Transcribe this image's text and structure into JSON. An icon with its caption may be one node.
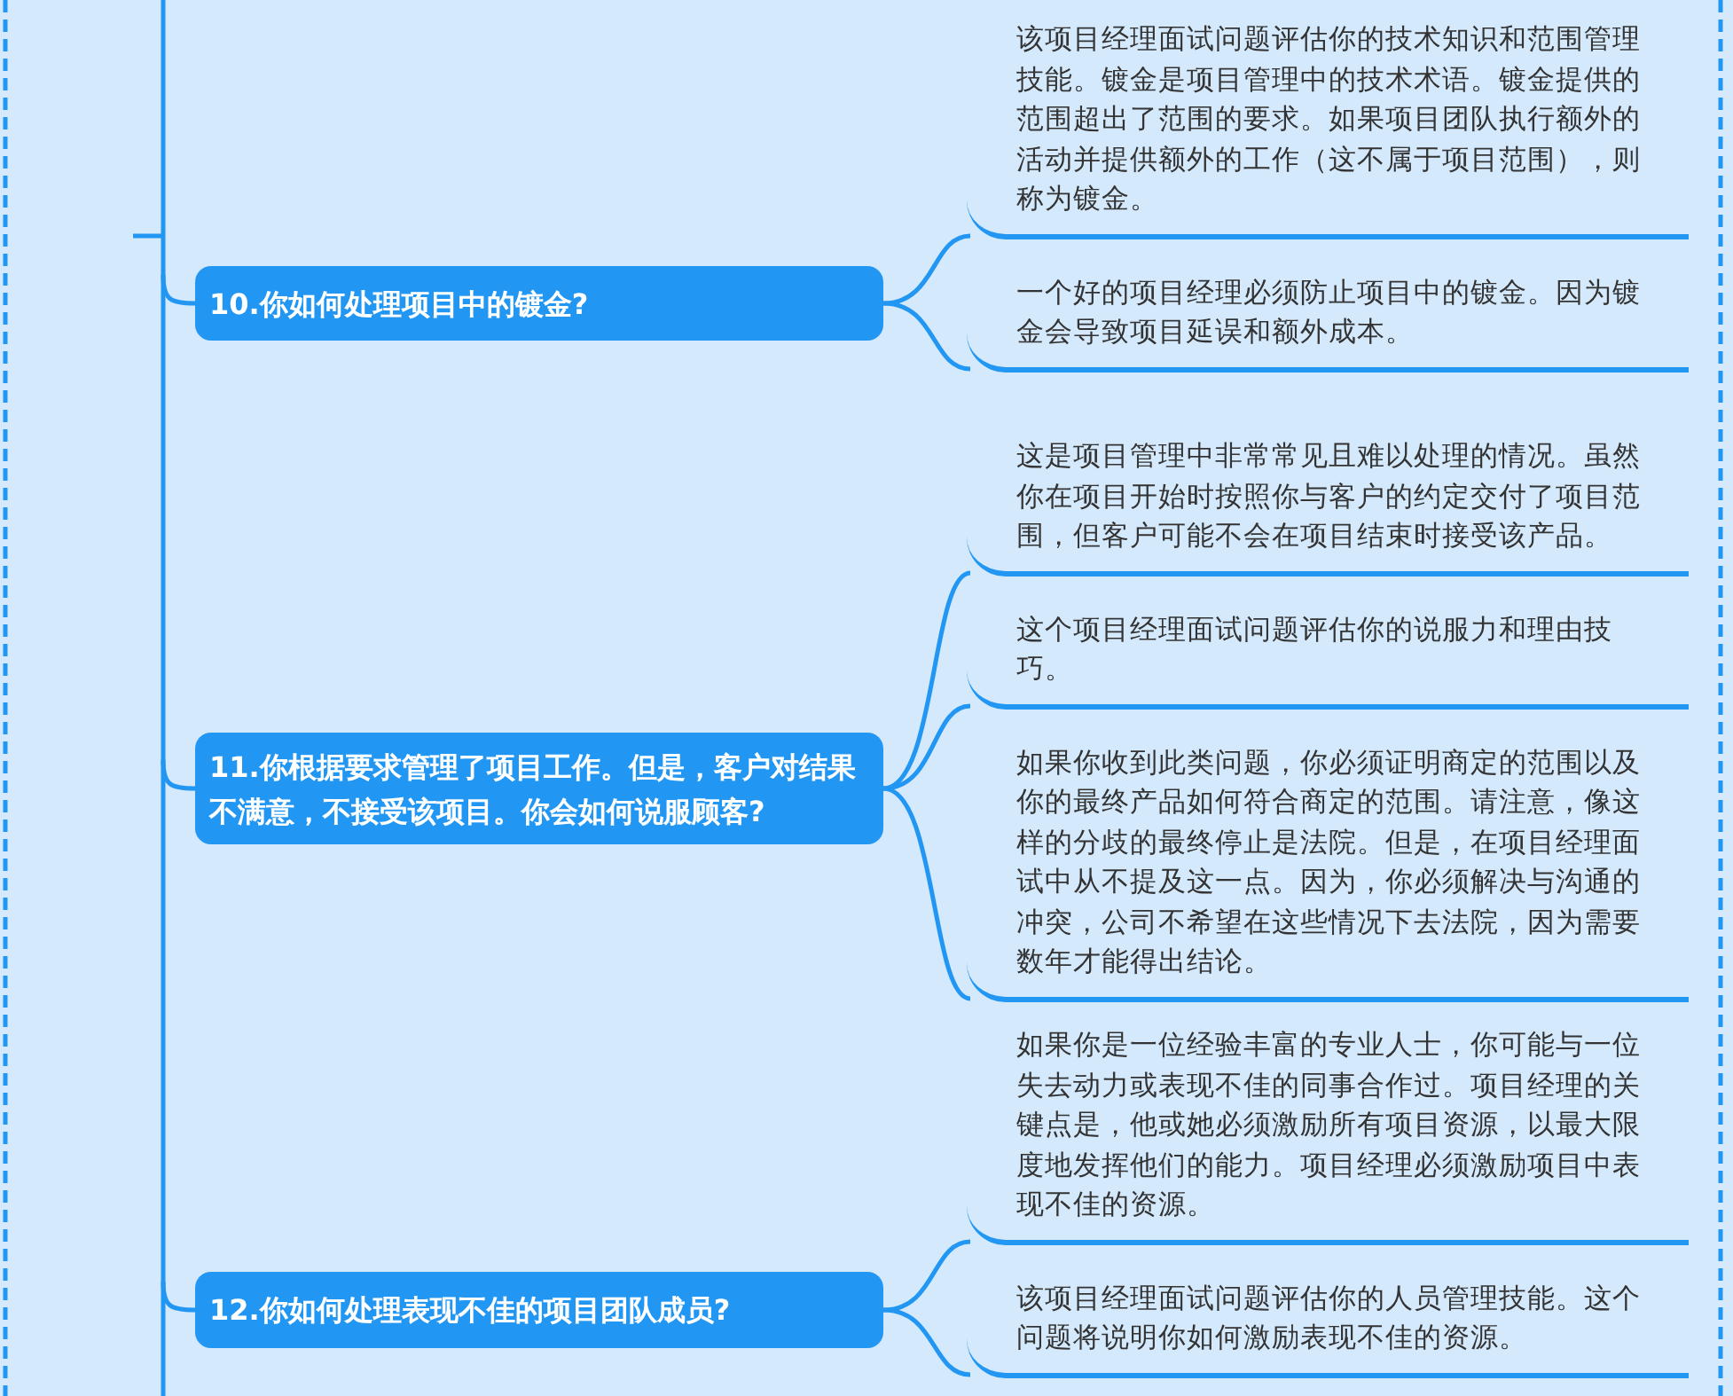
{
  "diagram": {
    "nodes": [
      {
        "text": [
          "10.你如何处理项目中的镀金?"
        ]
      },
      {
        "text": [
          "该项目经理面试问题评估你的技术知识和范围管理技能。镀金是项目管理中的技术术语。镀金提供的范围超出了范围的要求。如果项目团队执行额外的活动并提供额外的工作（这不属于项目范围），则称为镀金。"
        ]
      },
      {
        "text": [
          "一个好的项目经理必须防止项目中的镀金。因为镀金会导致项目延误和额外成本。"
        ]
      },
      {
        "text": [
          "11.你根据要求管理了项目工作。但是，客户对结果不满意，不接受该项目。你会如何说服顾客?"
        ]
      },
      {
        "text": [
          "这是项目管理中非常常见且难以处理的情况。虽然你在项目开始时按照你与客户的约定交付了项目范围，但客户可能不会在项目结束时接受该产品。"
        ]
      },
      {
        "text": [
          "这个项目经理面试问题评估你的说服力和理由技巧。"
        ]
      },
      {
        "text": [
          "如果你收到此类问题，你必须证明商定的范围以及你的最终产品如何符合商定的范围。请注意，像这样的分歧的最终停止是法院。但是，在项目经理面试中从不提及这一点。因为，你必须解决与沟通的冲突，公司不希望在这些情况下去法院，因为需要数年才能得出结论。"
        ]
      },
      {
        "text": [
          "12.你如何处理表现不佳的项目团队成员?"
        ]
      },
      {
        "text": [
          "如果你是一位经验丰富的专业人士，你可能与一位失去动力或表现不佳的同事合作过。项目经理的关键点是，他或她必须激励所有项目资源，以最大限度地发挥他们的能力。项目经理必须激励项目中表现不佳的资源。"
        ]
      },
      {
        "text": [
          "该项目经理面试问题评估你的人员管理技能。这个问题将说明你如何激励表现不佳的资源。"
        ]
      }
    ],
    "edges": [
      {
        "from": null,
        "to": 0,
        "arrow": "none"
      },
      {
        "from": null,
        "to": 3,
        "arrow": "none"
      },
      {
        "from": null,
        "to": 7,
        "arrow": "none"
      },
      {
        "from": 0,
        "to": 1,
        "arrow": "none"
      },
      {
        "from": 0,
        "to": 2,
        "arrow": "none"
      },
      {
        "from": 3,
        "to": 4,
        "arrow": "none"
      },
      {
        "from": 3,
        "to": 5,
        "arrow": "none"
      },
      {
        "from": 3,
        "to": 6,
        "arrow": "none"
      },
      {
        "from": 7,
        "to": 8,
        "arrow": "none"
      },
      {
        "from": 7,
        "to": 9,
        "arrow": "none"
      }
    ]
  }
}
